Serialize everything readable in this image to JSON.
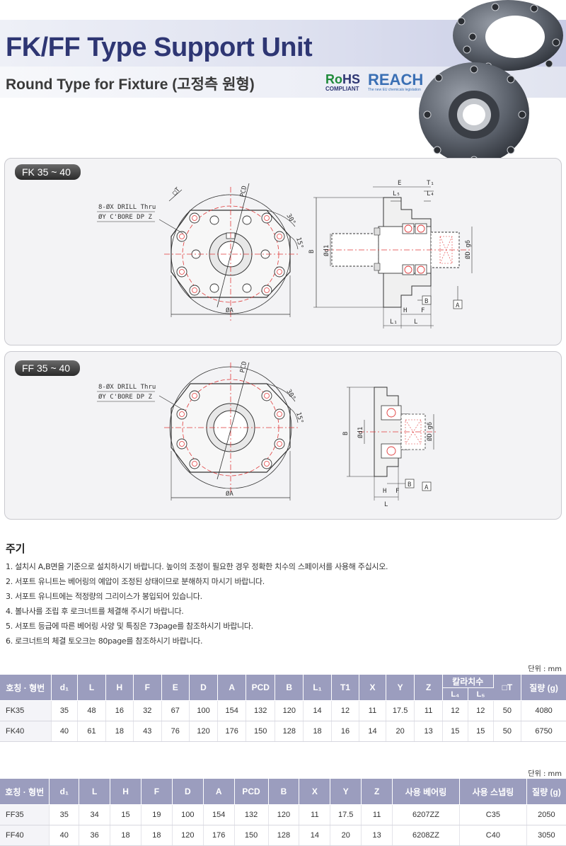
{
  "header": {
    "title": "FK/FF Type Support Unit",
    "subtitle": "Round Type for Fixture (고정측 원형)",
    "rohs": {
      "text_r": "R",
      "text_o": "o",
      "text_hs": "HS",
      "compliant": "COMPLIANT"
    },
    "reach": {
      "text": "REACH",
      "caption": "The new EU chemicals legislation"
    }
  },
  "drawings": {
    "fk": {
      "tag": "FK 35 ~ 40",
      "drill_note": "8-ØX DRILL Thru",
      "cbore_note": "ØY C'BORE DP Z",
      "labels": {
        "pcd": "PCD",
        "angle30": "30°",
        "angle15": "15°",
        "sqT": "□T",
        "phiA": "ØA",
        "E": "E",
        "T1": "T₁",
        "L5": "L₅",
        "L4": "L₄",
        "B": "B",
        "d1": "Ød1",
        "dg6": "ØD g6",
        "refB": "B",
        "refA": "A",
        "H": "H",
        "F": "F",
        "L1": "L₁",
        "L": "L"
      }
    },
    "ff": {
      "tag": "FF 35 ~ 40",
      "drill_note": "8-ØX DRILL Thru",
      "cbore_note": "ØY C'BORE DP Z",
      "labels": {
        "pcd": "PCD",
        "angle30": "30°",
        "angle15": "15°",
        "phiA": "ØA",
        "B": "B",
        "d1": "Ød1",
        "dg6": "ØD g6",
        "refB": "B",
        "refA": "A",
        "H": "H",
        "F": "F",
        "L": "L"
      }
    }
  },
  "notes": {
    "title": "주기",
    "items": [
      "1. 설치시 A,B면을 기준으로 설치하시기 바랍니다. 높이의 조정이 필요한 경우 정확한 치수의 스페이서를 사용해 주십시오.",
      "2. 서포트 유니트는 베어링의 예압이 조정된 상태이므로 분해하지 마시기 바랍니다.",
      "3. 서포트 유니트에는 적정량의 그리이스가 봉입되어 있습니다.",
      "4. 볼나사를 조립 후 로크너트를 체결해 주시기 바랍니다.",
      "5. 서포트 등급에 따른 베어링 사양 및 특징은 73page를 참조하시기 바랍니다.",
      "6. 로크너트의 체결 토오크는 80page를 참조하시기 바랍니다."
    ]
  },
  "table_fk": {
    "unit": "단위 : mm",
    "headers": [
      "호칭 · 형번",
      "d₁",
      "L",
      "H",
      "F",
      "E",
      "D",
      "A",
      "PCD",
      "B",
      "L₁",
      "T1",
      "X",
      "Y",
      "Z",
      "칼라치수",
      "□T",
      "질량 (g)"
    ],
    "subheaders": [
      "L₄",
      "L₅"
    ],
    "rows": [
      [
        "FK35",
        "35",
        "48",
        "16",
        "32",
        "67",
        "100",
        "154",
        "132",
        "120",
        "14",
        "12",
        "11",
        "17.5",
        "11",
        "12",
        "12",
        "50",
        "4080"
      ],
      [
        "FK40",
        "40",
        "61",
        "18",
        "43",
        "76",
        "120",
        "176",
        "150",
        "128",
        "18",
        "16",
        "14",
        "20",
        "13",
        "15",
        "15",
        "50",
        "6750"
      ]
    ]
  },
  "table_ff": {
    "unit": "단위 : mm",
    "headers": [
      "호칭 · 형번",
      "d₁",
      "L",
      "H",
      "F",
      "D",
      "A",
      "PCD",
      "B",
      "X",
      "Y",
      "Z",
      "사용 베어링",
      "사용 스냅링",
      "질량 (g)"
    ],
    "rows": [
      [
        "FF35",
        "35",
        "34",
        "15",
        "19",
        "100",
        "154",
        "132",
        "120",
        "11",
        "17.5",
        "11",
        "6207ZZ",
        "C35",
        "2050"
      ],
      [
        "FF40",
        "40",
        "36",
        "18",
        "18",
        "120",
        "176",
        "150",
        "128",
        "14",
        "20",
        "13",
        "6208ZZ",
        "C40",
        "3050"
      ]
    ]
  },
  "colors": {
    "title": "#2e3673",
    "table_header": "#9b9dbe",
    "centerline": "#e03a3a"
  }
}
